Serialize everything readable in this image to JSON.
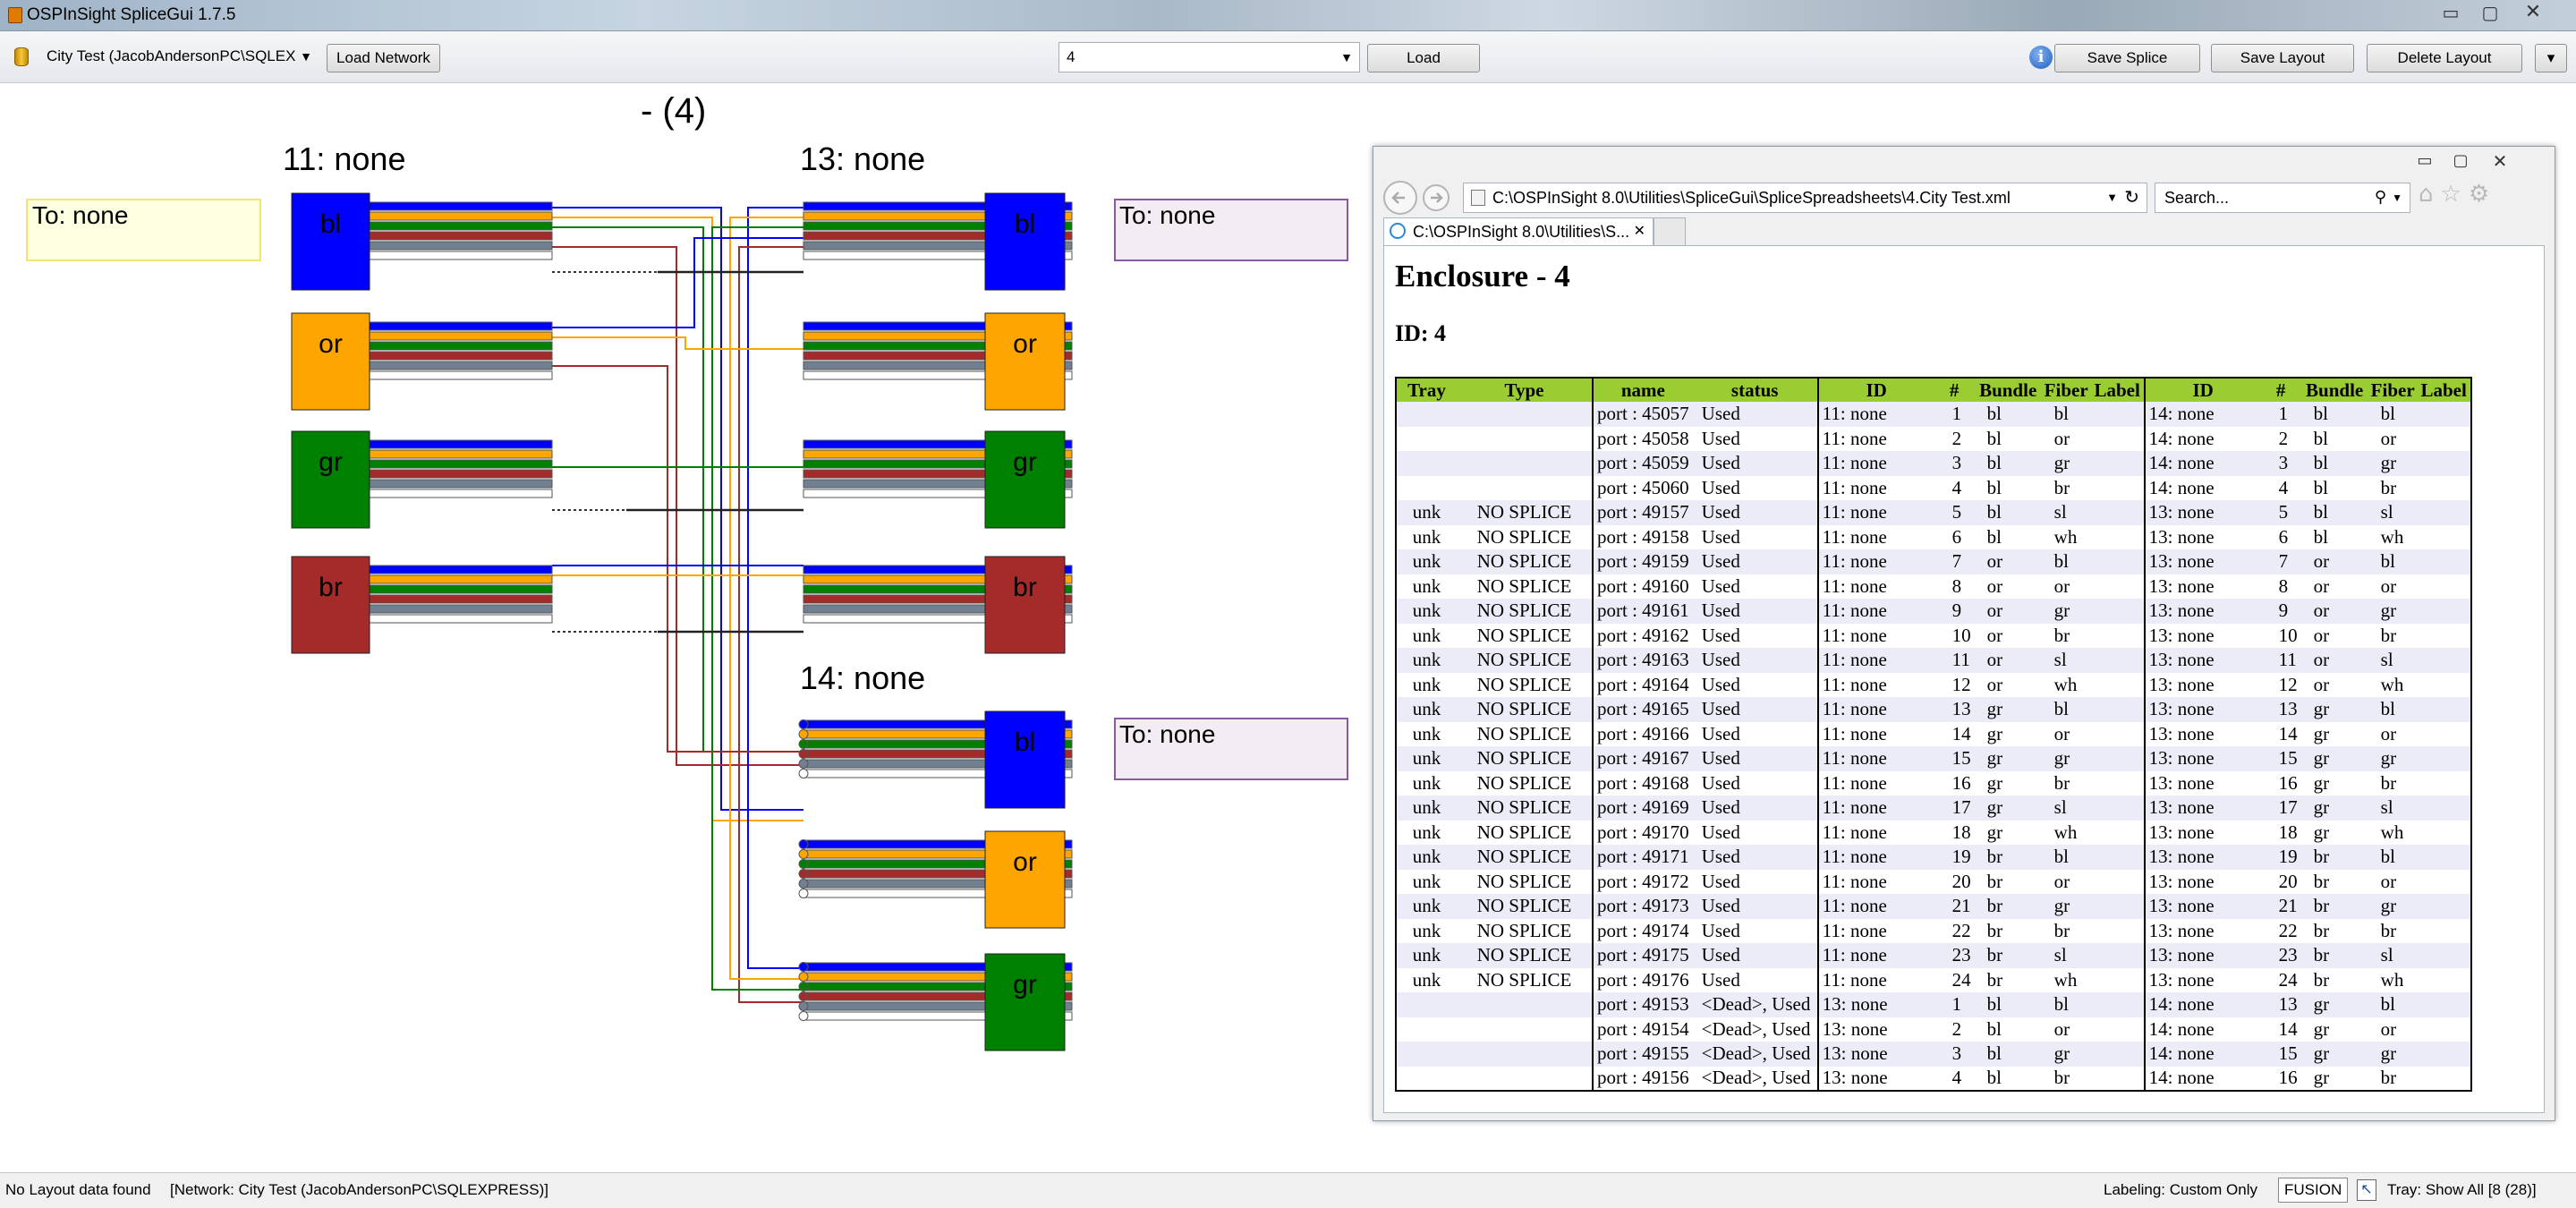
{
  "window": {
    "title": "OSPInSight SpliceGui 1.7.5",
    "min": "▭",
    "max": "▢",
    "close": "✕"
  },
  "toolbar": {
    "network_combo": "City Test (JacobAndersonPC\\SQLEX",
    "load_network": "Load Network",
    "enclosure_value": "4",
    "load": "Load",
    "save_splice": "Save Splice",
    "save_layout": "Save Layout",
    "delete_layout": "Delete Layout",
    "more": "▾"
  },
  "diagram": {
    "title": "- (4)",
    "cable_11": "11: none",
    "cable_13": "13: none",
    "cable_14": "14: none",
    "to_none": "To: none",
    "colors": {
      "bl": "#0000ff",
      "or": "#ffa500",
      "gr": "#008000",
      "br": "#a52a2a",
      "sl": "#708090",
      "wh": "#ffffff"
    },
    "tubes_11": [
      "bl",
      "or",
      "gr",
      "br"
    ],
    "tubes_13": [
      "bl",
      "or",
      "gr",
      "br"
    ],
    "tubes_14": [
      "bl",
      "or",
      "gr"
    ]
  },
  "popup": {
    "address": "C:\\OSPInSight 8.0\\Utilities\\SpliceGui\\SpliceSpreadsheets\\4.City Test.xml",
    "search_placeholder": "Search...",
    "tab_label": "C:\\OSPInSight 8.0\\Utilities\\S...",
    "enclosure_title": "Enclosure - 4",
    "enclosure_id": "ID: 4",
    "headers": [
      "Tray",
      "Type",
      "name",
      "status",
      "ID",
      "#",
      "Bundle",
      "Fiber",
      "Label",
      "ID",
      "#",
      "Bundle",
      "Fiber",
      "Label"
    ],
    "rows": [
      [
        "",
        "",
        "port : 45057",
        "Used",
        "11: none",
        "1",
        "bl",
        "bl",
        "14: none",
        "1",
        "bl",
        "bl"
      ],
      [
        "",
        "",
        "port : 45058",
        "Used",
        "11: none",
        "2",
        "bl",
        "or",
        "14: none",
        "2",
        "bl",
        "or"
      ],
      [
        "",
        "",
        "port : 45059",
        "Used",
        "11: none",
        "3",
        "bl",
        "gr",
        "14: none",
        "3",
        "bl",
        "gr"
      ],
      [
        "",
        "",
        "port : 45060",
        "Used",
        "11: none",
        "4",
        "bl",
        "br",
        "14: none",
        "4",
        "bl",
        "br"
      ],
      [
        "unk",
        "NO SPLICE",
        "port : 49157",
        "Used",
        "11: none",
        "5",
        "bl",
        "sl",
        "13: none",
        "5",
        "bl",
        "sl"
      ],
      [
        "unk",
        "NO SPLICE",
        "port : 49158",
        "Used",
        "11: none",
        "6",
        "bl",
        "wh",
        "13: none",
        "6",
        "bl",
        "wh"
      ],
      [
        "unk",
        "NO SPLICE",
        "port : 49159",
        "Used",
        "11: none",
        "7",
        "or",
        "bl",
        "13: none",
        "7",
        "or",
        "bl"
      ],
      [
        "unk",
        "NO SPLICE",
        "port : 49160",
        "Used",
        "11: none",
        "8",
        "or",
        "or",
        "13: none",
        "8",
        "or",
        "or"
      ],
      [
        "unk",
        "NO SPLICE",
        "port : 49161",
        "Used",
        "11: none",
        "9",
        "or",
        "gr",
        "13: none",
        "9",
        "or",
        "gr"
      ],
      [
        "unk",
        "NO SPLICE",
        "port : 49162",
        "Used",
        "11: none",
        "10",
        "or",
        "br",
        "13: none",
        "10",
        "or",
        "br"
      ],
      [
        "unk",
        "NO SPLICE",
        "port : 49163",
        "Used",
        "11: none",
        "11",
        "or",
        "sl",
        "13: none",
        "11",
        "or",
        "sl"
      ],
      [
        "unk",
        "NO SPLICE",
        "port : 49164",
        "Used",
        "11: none",
        "12",
        "or",
        "wh",
        "13: none",
        "12",
        "or",
        "wh"
      ],
      [
        "unk",
        "NO SPLICE",
        "port : 49165",
        "Used",
        "11: none",
        "13",
        "gr",
        "bl",
        "13: none",
        "13",
        "gr",
        "bl"
      ],
      [
        "unk",
        "NO SPLICE",
        "port : 49166",
        "Used",
        "11: none",
        "14",
        "gr",
        "or",
        "13: none",
        "14",
        "gr",
        "or"
      ],
      [
        "unk",
        "NO SPLICE",
        "port : 49167",
        "Used",
        "11: none",
        "15",
        "gr",
        "gr",
        "13: none",
        "15",
        "gr",
        "gr"
      ],
      [
        "unk",
        "NO SPLICE",
        "port : 49168",
        "Used",
        "11: none",
        "16",
        "gr",
        "br",
        "13: none",
        "16",
        "gr",
        "br"
      ],
      [
        "unk",
        "NO SPLICE",
        "port : 49169",
        "Used",
        "11: none",
        "17",
        "gr",
        "sl",
        "13: none",
        "17",
        "gr",
        "sl"
      ],
      [
        "unk",
        "NO SPLICE",
        "port : 49170",
        "Used",
        "11: none",
        "18",
        "gr",
        "wh",
        "13: none",
        "18",
        "gr",
        "wh"
      ],
      [
        "unk",
        "NO SPLICE",
        "port : 49171",
        "Used",
        "11: none",
        "19",
        "br",
        "bl",
        "13: none",
        "19",
        "br",
        "bl"
      ],
      [
        "unk",
        "NO SPLICE",
        "port : 49172",
        "Used",
        "11: none",
        "20",
        "br",
        "or",
        "13: none",
        "20",
        "br",
        "or"
      ],
      [
        "unk",
        "NO SPLICE",
        "port : 49173",
        "Used",
        "11: none",
        "21",
        "br",
        "gr",
        "13: none",
        "21",
        "br",
        "gr"
      ],
      [
        "unk",
        "NO SPLICE",
        "port : 49174",
        "Used",
        "11: none",
        "22",
        "br",
        "br",
        "13: none",
        "22",
        "br",
        "br"
      ],
      [
        "unk",
        "NO SPLICE",
        "port : 49175",
        "Used",
        "11: none",
        "23",
        "br",
        "sl",
        "13: none",
        "23",
        "br",
        "sl"
      ],
      [
        "unk",
        "NO SPLICE",
        "port : 49176",
        "Used",
        "11: none",
        "24",
        "br",
        "wh",
        "13: none",
        "24",
        "br",
        "wh"
      ],
      [
        "",
        "",
        "port : 49153",
        "<Dead>, Used",
        "13: none",
        "1",
        "bl",
        "bl",
        "14: none",
        "13",
        "gr",
        "bl"
      ],
      [
        "",
        "",
        "port : 49154",
        "<Dead>, Used",
        "13: none",
        "2",
        "bl",
        "or",
        "14: none",
        "14",
        "gr",
        "or"
      ],
      [
        "",
        "",
        "port : 49155",
        "<Dead>, Used",
        "13: none",
        "3",
        "bl",
        "gr",
        "14: none",
        "15",
        "gr",
        "gr"
      ],
      [
        "",
        "",
        "port : 49156",
        "<Dead>, Used",
        "13: none",
        "4",
        "bl",
        "br",
        "14: none",
        "16",
        "gr",
        "br"
      ]
    ]
  },
  "statusbar": {
    "left": "No Layout data found",
    "network": "[Network: City Test (JacobAndersonPC\\SQLEXPRESS)]",
    "labeling": "Labeling: Custom Only",
    "fusion": "FUSION",
    "tray": "Tray: Show All [8 (28)]"
  }
}
